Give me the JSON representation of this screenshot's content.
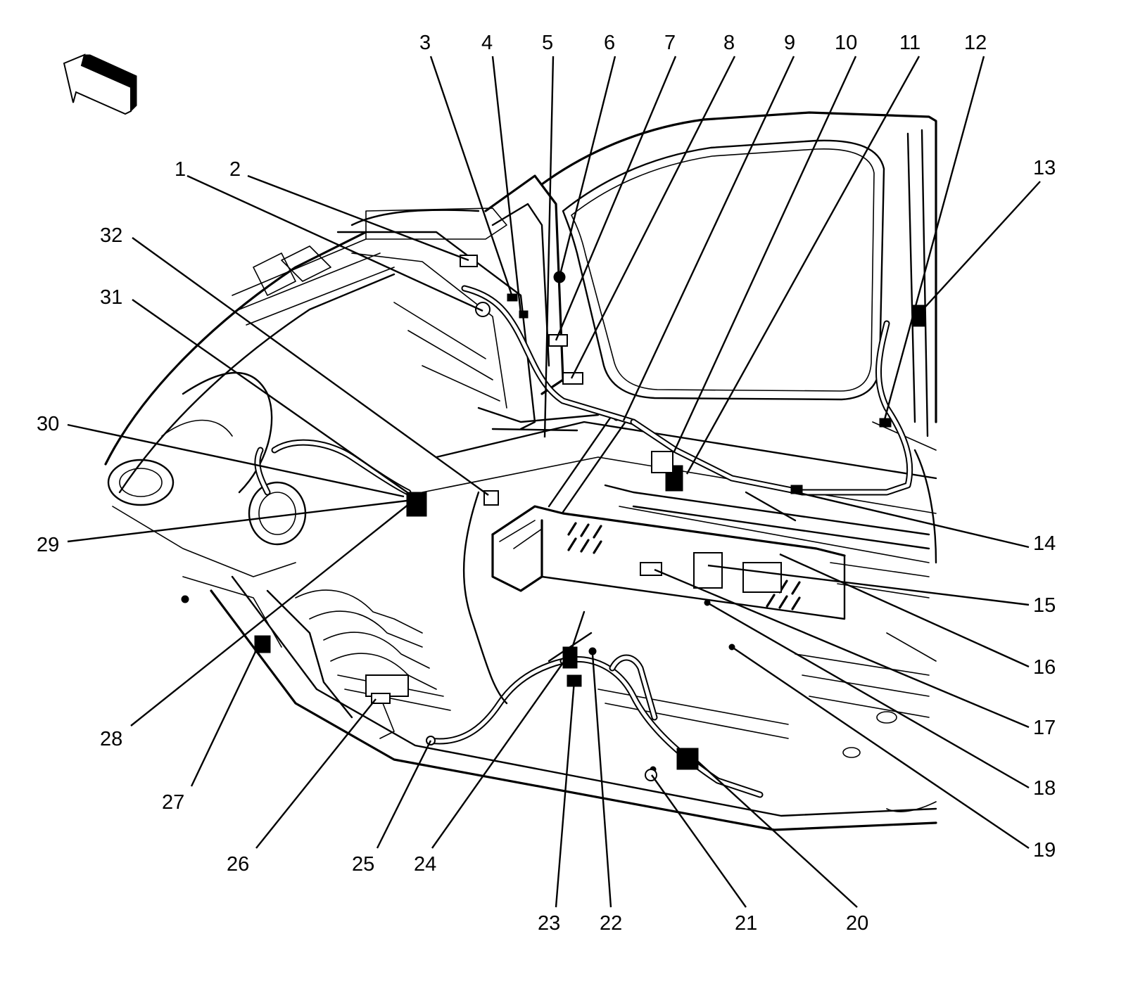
{
  "callouts": [
    {
      "id": "1",
      "label": "1"
    },
    {
      "id": "2",
      "label": "2"
    },
    {
      "id": "3",
      "label": "3"
    },
    {
      "id": "4",
      "label": "4"
    },
    {
      "id": "5",
      "label": "5"
    },
    {
      "id": "6",
      "label": "6"
    },
    {
      "id": "7",
      "label": "7"
    },
    {
      "id": "8",
      "label": "8"
    },
    {
      "id": "9",
      "label": "9"
    },
    {
      "id": "10",
      "label": "10"
    },
    {
      "id": "11",
      "label": "11"
    },
    {
      "id": "12",
      "label": "12"
    },
    {
      "id": "13",
      "label": "13"
    },
    {
      "id": "14",
      "label": "14"
    },
    {
      "id": "15",
      "label": "15"
    },
    {
      "id": "16",
      "label": "16"
    },
    {
      "id": "17",
      "label": "17"
    },
    {
      "id": "18",
      "label": "18"
    },
    {
      "id": "19",
      "label": "19"
    },
    {
      "id": "20",
      "label": "20"
    },
    {
      "id": "21",
      "label": "21"
    },
    {
      "id": "22",
      "label": "22"
    },
    {
      "id": "23",
      "label": "23"
    },
    {
      "id": "24",
      "label": "24"
    },
    {
      "id": "25",
      "label": "25"
    },
    {
      "id": "26",
      "label": "26"
    },
    {
      "id": "27",
      "label": "27"
    },
    {
      "id": "28",
      "label": "28"
    },
    {
      "id": "29",
      "label": "29"
    },
    {
      "id": "30",
      "label": "30"
    },
    {
      "id": "31",
      "label": "31"
    },
    {
      "id": "32",
      "label": "32"
    }
  ],
  "orientation_arrow": {
    "icon": "forward-direction-arrow-icon"
  },
  "colors": {
    "ink": "#000000",
    "paper": "#ffffff"
  }
}
